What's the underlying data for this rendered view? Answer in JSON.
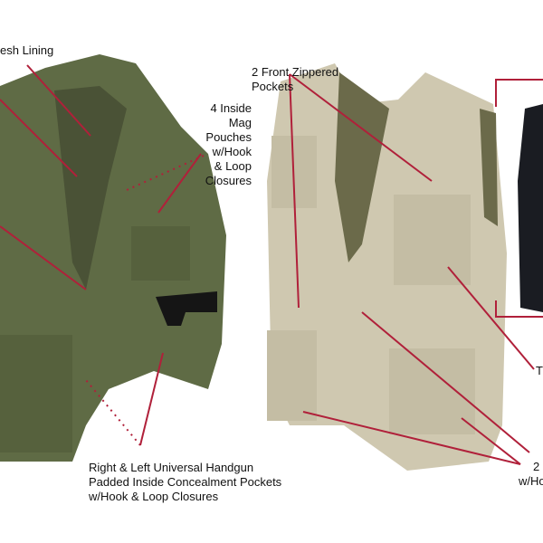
{
  "colors": {
    "olive": "#5f6b45",
    "khaki": "#cfc8b0",
    "black": "#1a1c22",
    "callout": "#b0203a"
  },
  "labels": {
    "mesh_lining": "esh Lining",
    "front_zippered": [
      "2 Front Zippered",
      "Pockets"
    ],
    "inside_mag": [
      "4 Inside",
      "Mag",
      "Pouches",
      "w/Hook",
      "& Loop",
      "Closures"
    ],
    "handgun": [
      "Right & Left Universal Handgun",
      "Padded Inside Concealment Pockets",
      "w/Hook & Loop Closures"
    ],
    "right_t": "T",
    "right_2": "2",
    "right_who": "w/Ho"
  }
}
